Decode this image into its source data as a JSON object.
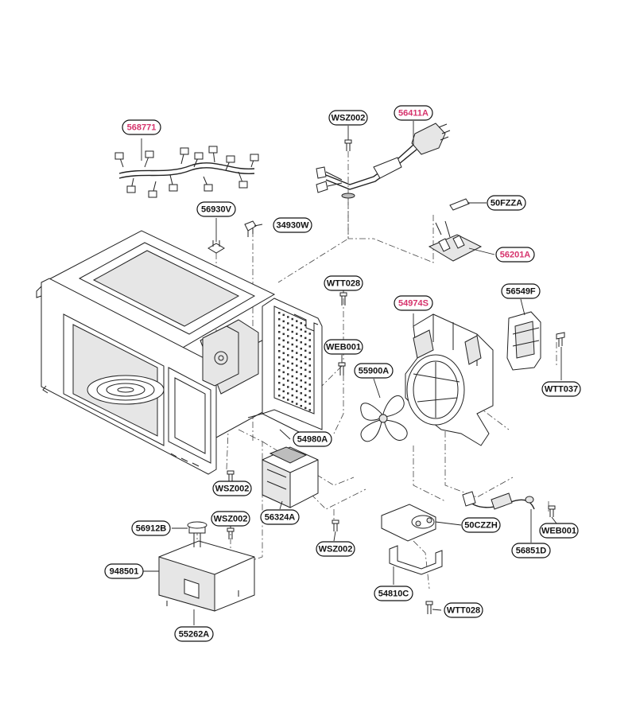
{
  "colors": {
    "line": "#222222",
    "normal_label": "#111111",
    "highlight_label": "#d6336c"
  },
  "parts": [
    {
      "code": "568771",
      "highlight": true
    },
    {
      "code": "WSZ002",
      "highlight": false
    },
    {
      "code": "56411A",
      "highlight": true
    },
    {
      "code": "50FZZA",
      "highlight": false
    },
    {
      "code": "56930V",
      "highlight": false
    },
    {
      "code": "34930W",
      "highlight": false
    },
    {
      "code": "56201A",
      "highlight": true
    },
    {
      "code": "WTT028",
      "highlight": false
    },
    {
      "code": "54974S",
      "highlight": true
    },
    {
      "code": "56549F",
      "highlight": false
    },
    {
      "code": "WEB001",
      "highlight": false
    },
    {
      "code": "55900A",
      "highlight": false
    },
    {
      "code": "WTT037",
      "highlight": false
    },
    {
      "code": "54980A",
      "highlight": false
    },
    {
      "code": "WSZ002",
      "highlight": false
    },
    {
      "code": "56324A",
      "highlight": false
    },
    {
      "code": "56912B",
      "highlight": false
    },
    {
      "code": "WSZ002",
      "highlight": false
    },
    {
      "code": "WSZ002",
      "highlight": false
    },
    {
      "code": "50CZZH",
      "highlight": false
    },
    {
      "code": "WEB001",
      "highlight": false
    },
    {
      "code": "948501",
      "highlight": false
    },
    {
      "code": "56851D",
      "highlight": false
    },
    {
      "code": "54810C",
      "highlight": false
    },
    {
      "code": "WTT028",
      "highlight": false
    },
    {
      "code": "55262A",
      "highlight": false
    }
  ]
}
